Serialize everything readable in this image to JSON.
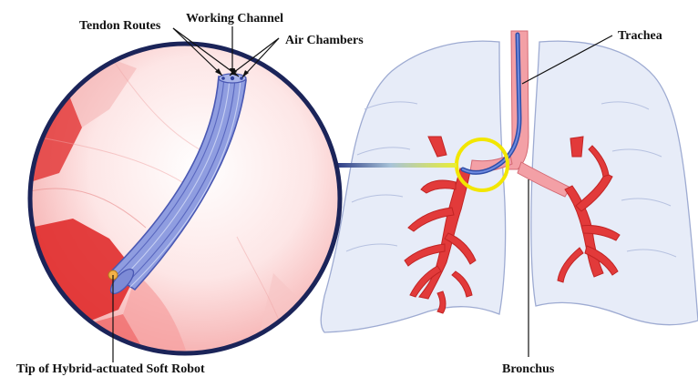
{
  "labels": {
    "tendon_routes": "Tendon Routes",
    "working_channel": "Working Channel",
    "air_chambers": "Air Chambers",
    "trachea": "Trachea",
    "bronchus": "Bronchus",
    "tip": "Tip of Hybrid-actuated Soft Robot"
  },
  "colors": {
    "circle_border": "#1b2459",
    "robot_fill": "#8f9de0",
    "robot_stroke": "#4a58b3",
    "vessel_red": "#e23a3a",
    "lung_fill": "#dfe5f6",
    "lung_stroke": "#9eabd2",
    "highlight_yellow": "#f2e600",
    "trachea_pink": "#f3a0a6",
    "tip_orange": "#f2b248"
  }
}
